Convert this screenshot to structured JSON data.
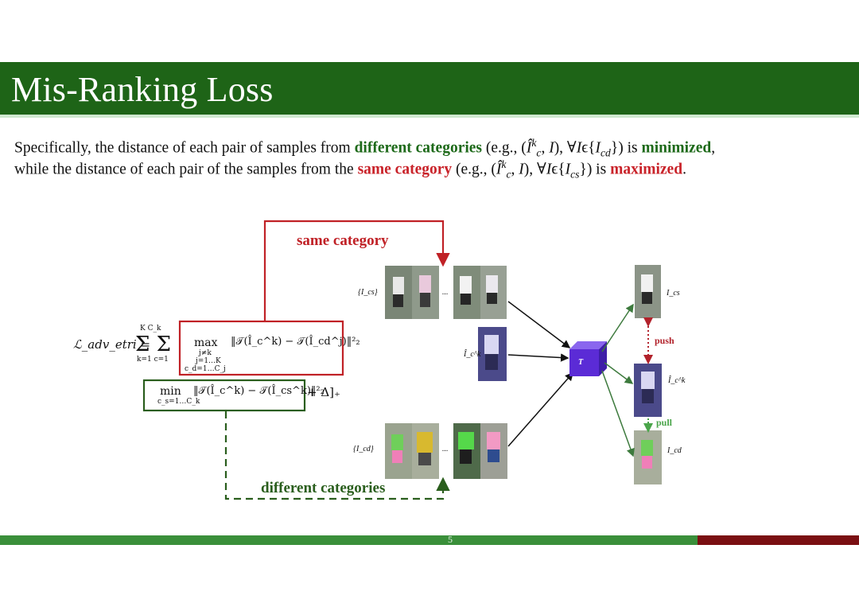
{
  "title": "Mis-Ranking Loss",
  "text": {
    "line1_part1": "Specifically, the distance of each pair of samples from ",
    "line1_highlight": "different categories",
    "line1_part2": " (e.g., (",
    "line1_math1": "Î",
    "line1_math1_sup": "k",
    "line1_math1_sub": "c",
    "line1_part3": ", ",
    "line1_math2": "I",
    "line1_part4": "), ∀",
    "line1_math3": "I",
    "line1_part5": "ϵ{",
    "line1_math4": "I",
    "line1_math4_sub": "cd",
    "line1_part6": "}) is ",
    "line1_highlight2": "minimized",
    "line1_end": ",",
    "line2_part1": "while the distance of each pair of the samples from the ",
    "line2_highlight": "same category",
    "line2_part2": " (e.g., (",
    "line2_math1": "Î",
    "line2_math1_sup": "k",
    "line2_math1_sub": "c",
    "line2_part3": ", ",
    "line2_math2": "I",
    "line2_part4": "), ∀",
    "line2_math3": "I",
    "line2_part5": "ϵ{",
    "line2_math4": "I",
    "line2_math4_sub": "cs",
    "line2_part6": "}) is ",
    "line2_highlight2": "maximized",
    "line2_end": "."
  },
  "figure": {
    "same_category_label": "same category",
    "different_categories_label": "different categories",
    "ics_label": "{I_cs}",
    "icd_label": "{I_cd}",
    "ick_label": "Î_c^k",
    "model_label": "T",
    "push_label": "push",
    "pull_label": "pull",
    "right_ics": "I_cs",
    "right_ick": "Î_c^k",
    "right_icd": "I_cd",
    "ellipsis": "...",
    "formula_lhs": "ℒ_adv_etri =",
    "formula_sum": "Σ Σ",
    "formula_sum_top": "K   C_k",
    "formula_sum_bottom": "k=1  c=1",
    "formula_max": "max",
    "formula_max_sub1": "j≠k",
    "formula_max_sub2": "j=1…K",
    "formula_max_sub3": "c_d=1…C_j",
    "formula_max_term": "‖𝒯(Î_c^k) − 𝒯(Î_cd^j)‖²₂",
    "formula_min": "min",
    "formula_min_sub": "c_s=1…C_k",
    "formula_min_term": "‖𝒯(Î_c^k) − 𝒯(Î_cs^k)‖²₂",
    "formula_tail": "+ Δ]₊"
  },
  "footer": {
    "page_number": "5"
  },
  "colors": {
    "title_bar": "#1e6417",
    "green_highlight": "#1e6a1a",
    "red_highlight": "#c9232a",
    "cube": "#5b2bd6",
    "footer_green": "#3a8f3a",
    "footer_red": "#7a0f12"
  }
}
